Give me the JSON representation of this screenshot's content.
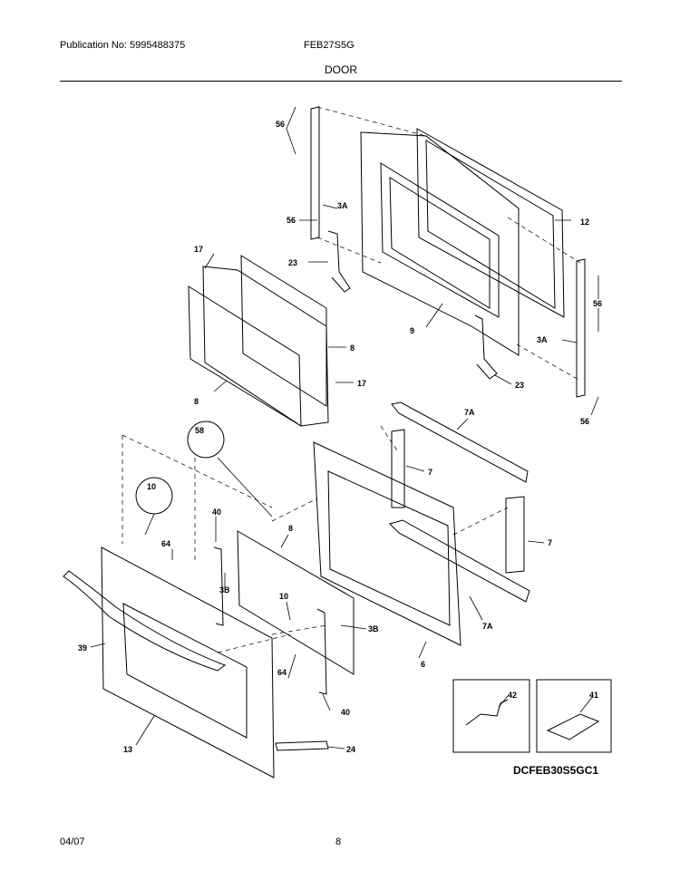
{
  "header": {
    "publication": "Publication No: 5995488375",
    "model": "FEB27S5G",
    "section": "DOOR"
  },
  "labels": {
    "p56a": "56",
    "p3a_l": "3A",
    "p56b": "56",
    "p12": "12",
    "p17a": "17",
    "p23a": "23",
    "p56c": "56",
    "p9": "9",
    "p8a": "8",
    "p3a_r": "3A",
    "p17b": "17",
    "p23b": "23",
    "p8b": "8",
    "p56d": "56",
    "p58": "58",
    "p7a_top": "7A",
    "p7a": "7",
    "p10a": "10",
    "p8c": "8",
    "p40a": "40",
    "p64a": "64",
    "p7b": "7",
    "p3b_a": "3B",
    "p10b": "10",
    "p3b_b": "3B",
    "p39": "39",
    "p7a_bot": "7A",
    "p6": "6",
    "p64b": "64",
    "p40b": "40",
    "p13": "13",
    "p24": "24",
    "p42": "42",
    "p41": "41"
  },
  "footer": {
    "diagram_code": "DCFEB30S5GC1",
    "date": "04/07",
    "page": "8"
  }
}
